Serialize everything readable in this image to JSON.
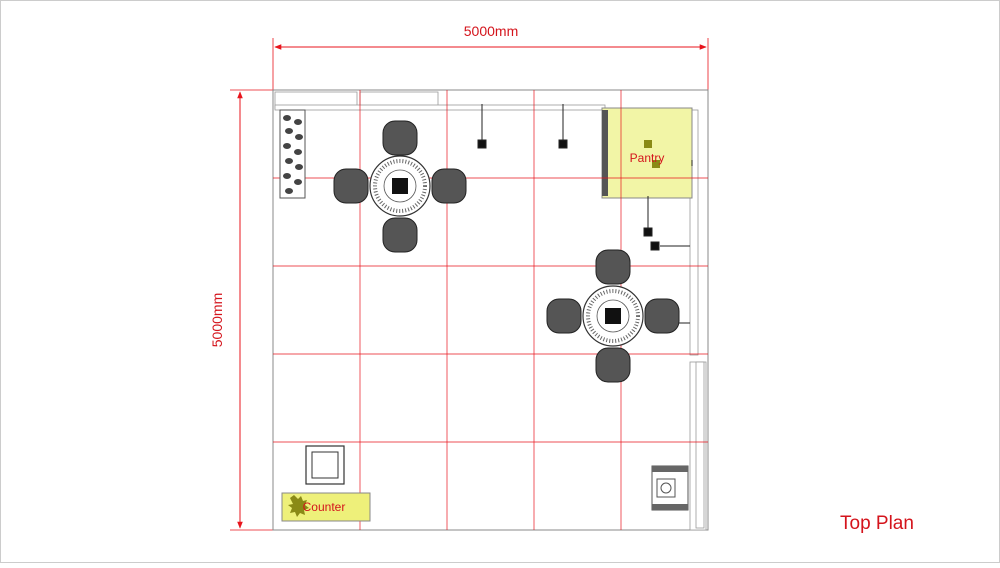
{
  "dimensions": {
    "width_label": "5000mm",
    "height_label": "5000mm"
  },
  "rooms": {
    "pantry_label": "Pantry",
    "counter_label": "Counter"
  },
  "plan_title": "Top Plan",
  "colors": {
    "dimension_line": "#e8141c",
    "grid_line": "#e8141c",
    "label_text": "#d4141c",
    "pantry_fill": "#f2f5a6",
    "counter_fill": "#eef07a",
    "furniture_stroke": "#333333",
    "chair_fill": "#555555",
    "plant_fill": "#8a8a16",
    "frame": "#aaaaaa"
  }
}
